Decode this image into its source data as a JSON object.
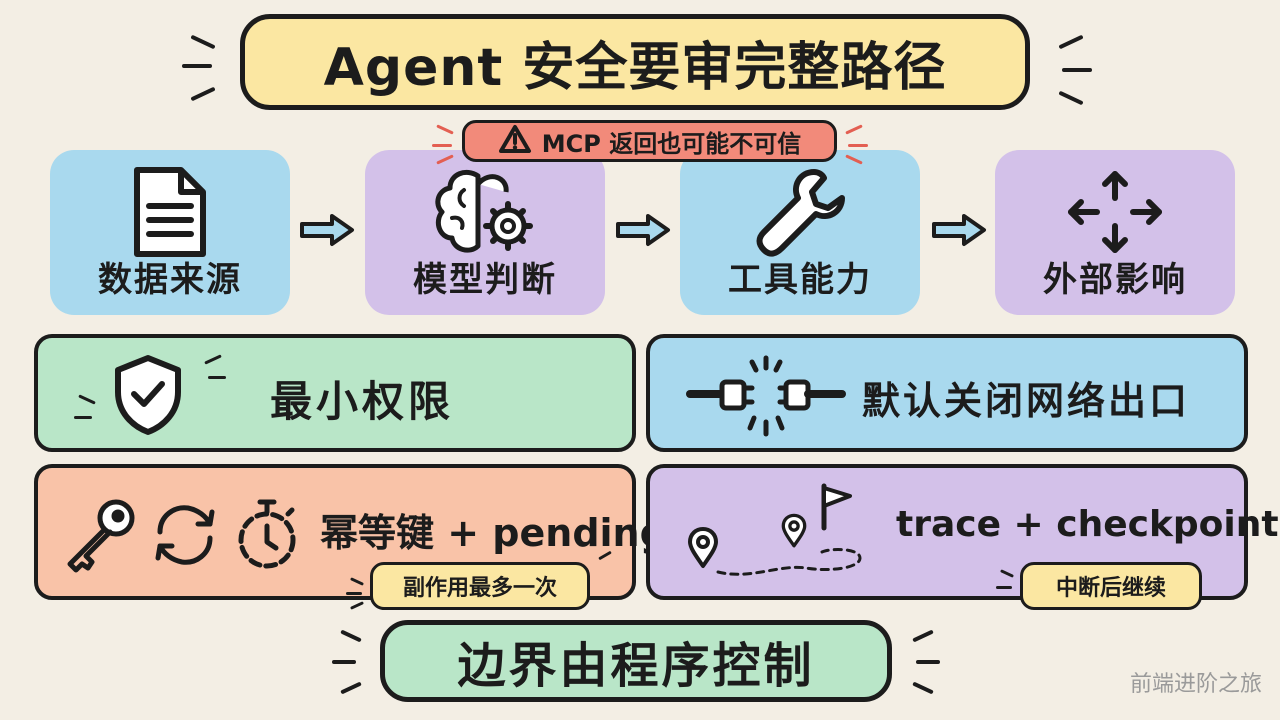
{
  "title": "Agent 安全要审完整路径",
  "warning": {
    "text": "MCP 返回也可能不可信",
    "icon": "warning-triangle-icon"
  },
  "flow": [
    {
      "label": "数据来源",
      "icon": "document-icon",
      "color": "#a9d9ee"
    },
    {
      "label": "模型判断",
      "icon": "brain-gear-icon",
      "color": "#d3c1e9"
    },
    {
      "label": "工具能力",
      "icon": "wrench-icon",
      "color": "#a9d9ee"
    },
    {
      "label": "外部影响",
      "icon": "arrows-outward-icon",
      "color": "#d3c1e9"
    }
  ],
  "features": {
    "least_privilege": {
      "label": "最小权限",
      "icon": "shield-check-icon"
    },
    "network": {
      "label": "默认关闭网络出口",
      "icon": "unplugged-cable-icon"
    },
    "idempotent": {
      "label": "幂等键 + pending",
      "badge": "副作用最多一次",
      "icons": [
        "key-icon",
        "refresh-icon",
        "stopwatch-icon"
      ]
    },
    "trace": {
      "label": "trace + checkpoint",
      "badge": "中断后继续",
      "icons": [
        "location-pin-icon",
        "flag-icon"
      ]
    }
  },
  "bottom": "边界由程序控制",
  "watermark": "前端进阶之旅"
}
